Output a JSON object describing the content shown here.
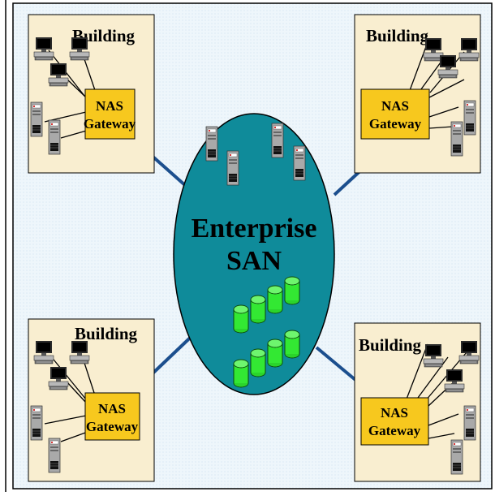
{
  "san": {
    "title_line1": "Enterprise",
    "title_line2": "SAN",
    "fill_color": "#0f8b9a"
  },
  "buildings": [
    {
      "label": "Building",
      "gateway_line1": "NAS",
      "gateway_line2": "Gateway"
    },
    {
      "label": "Building",
      "gateway_line1": "NAS",
      "gateway_line2": "Gateway"
    },
    {
      "label": "Building",
      "gateway_line1": "NAS",
      "gateway_line2": "Gateway"
    },
    {
      "label": "Building",
      "gateway_line1": "NAS",
      "gateway_line2": "Gateway"
    }
  ],
  "colors": {
    "background": "#eaf4fb",
    "building_fill": "#f9eed0",
    "gateway_fill": "#f7c81e",
    "link_color": "#1c4f8e",
    "disk_color": "#33e833"
  }
}
